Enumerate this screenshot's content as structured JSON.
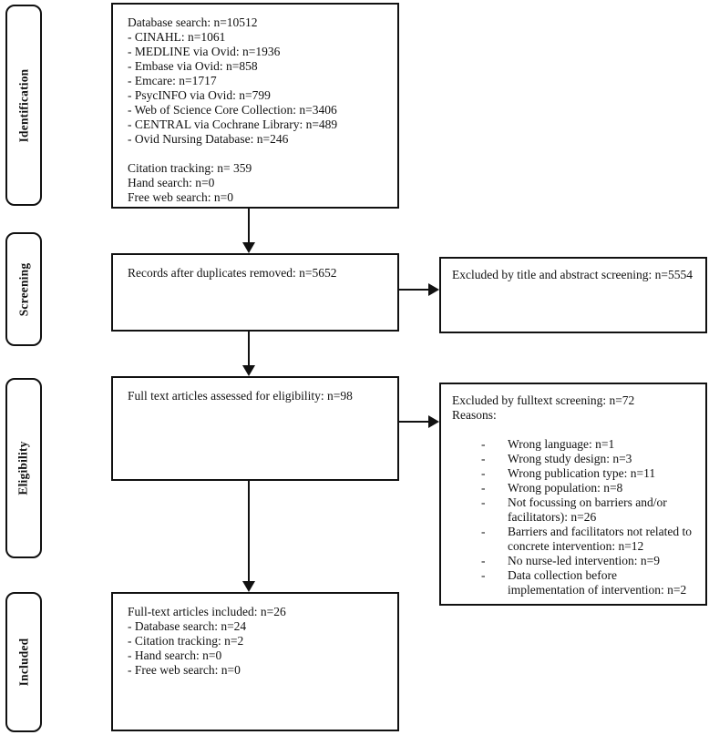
{
  "colors": {
    "border": "#111111",
    "text": "#111111",
    "background": "#ffffff"
  },
  "diagram": {
    "type": "prisma-flow",
    "stages": [
      {
        "label": "Identification"
      },
      {
        "label": "Screening"
      },
      {
        "label": "Eligibility"
      },
      {
        "label": "Included"
      }
    ],
    "identification_box": {
      "lines": [
        "Database search: n=10512",
        "- CINAHL: n=1061",
        "- MEDLINE via Ovid: n=1936",
        "- Embase via Ovid: n=858",
        "- Emcare: n=1717",
        "- PsycINFO via Ovid: n=799",
        "- Web of Science Core Collection: n=3406",
        "- CENTRAL via Cochrane Library: n=489",
        "- Ovid Nursing Database: n=246",
        "",
        "Citation tracking: n= 359",
        "Hand search: n=0",
        "Free web search: n=0"
      ]
    },
    "screening_box": {
      "text": "Records after duplicates removed: n=5652"
    },
    "screening_excluded_box": {
      "text": "Excluded by title and abstract screening: n=5554"
    },
    "eligibility_box": {
      "text": "Full text articles assessed for eligibility: n=98"
    },
    "eligibility_excluded_box": {
      "title": "Excluded by fulltext screening: n=72",
      "subtitle": "Reasons:",
      "reasons": [
        "Wrong language: n=1",
        "Wrong study design: n=3",
        "Wrong publication type: n=11",
        "Wrong population: n=8",
        "Not focussing on barriers and/or facilitators): n=26",
        "Barriers and facilitators not related to concrete intervention: n=12",
        "No nurse-led intervention: n=9",
        "Data collection before implementation of intervention: n=2"
      ]
    },
    "included_box": {
      "lines": [
        "Full-text articles included: n=26",
        "- Database search: n=24",
        "- Citation tracking: n=2",
        "- Hand search: n=0",
        "- Free web search: n=0"
      ]
    }
  }
}
